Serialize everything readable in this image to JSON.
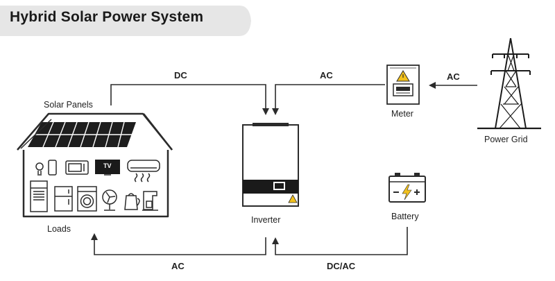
{
  "title": "Hybrid Solar Power System",
  "labels": {
    "solar_panels": "Solar Panels",
    "loads": "Loads",
    "inverter": "Inverter",
    "meter": "Meter",
    "power_grid": "Power Grid",
    "battery": "Battery"
  },
  "flows": {
    "panels_to_inverter": "DC",
    "meter_to_inverter": "AC",
    "grid_to_meter": "AC",
    "inverter_to_loads": "AC",
    "inverter_battery": "DC/AC"
  },
  "appliances": {
    "tv": "TV"
  },
  "colors": {
    "line": "#2b2b2b",
    "title_bg": "#e6e6e6",
    "warning": "#f2c11d",
    "screen": "#1a1a1a"
  }
}
